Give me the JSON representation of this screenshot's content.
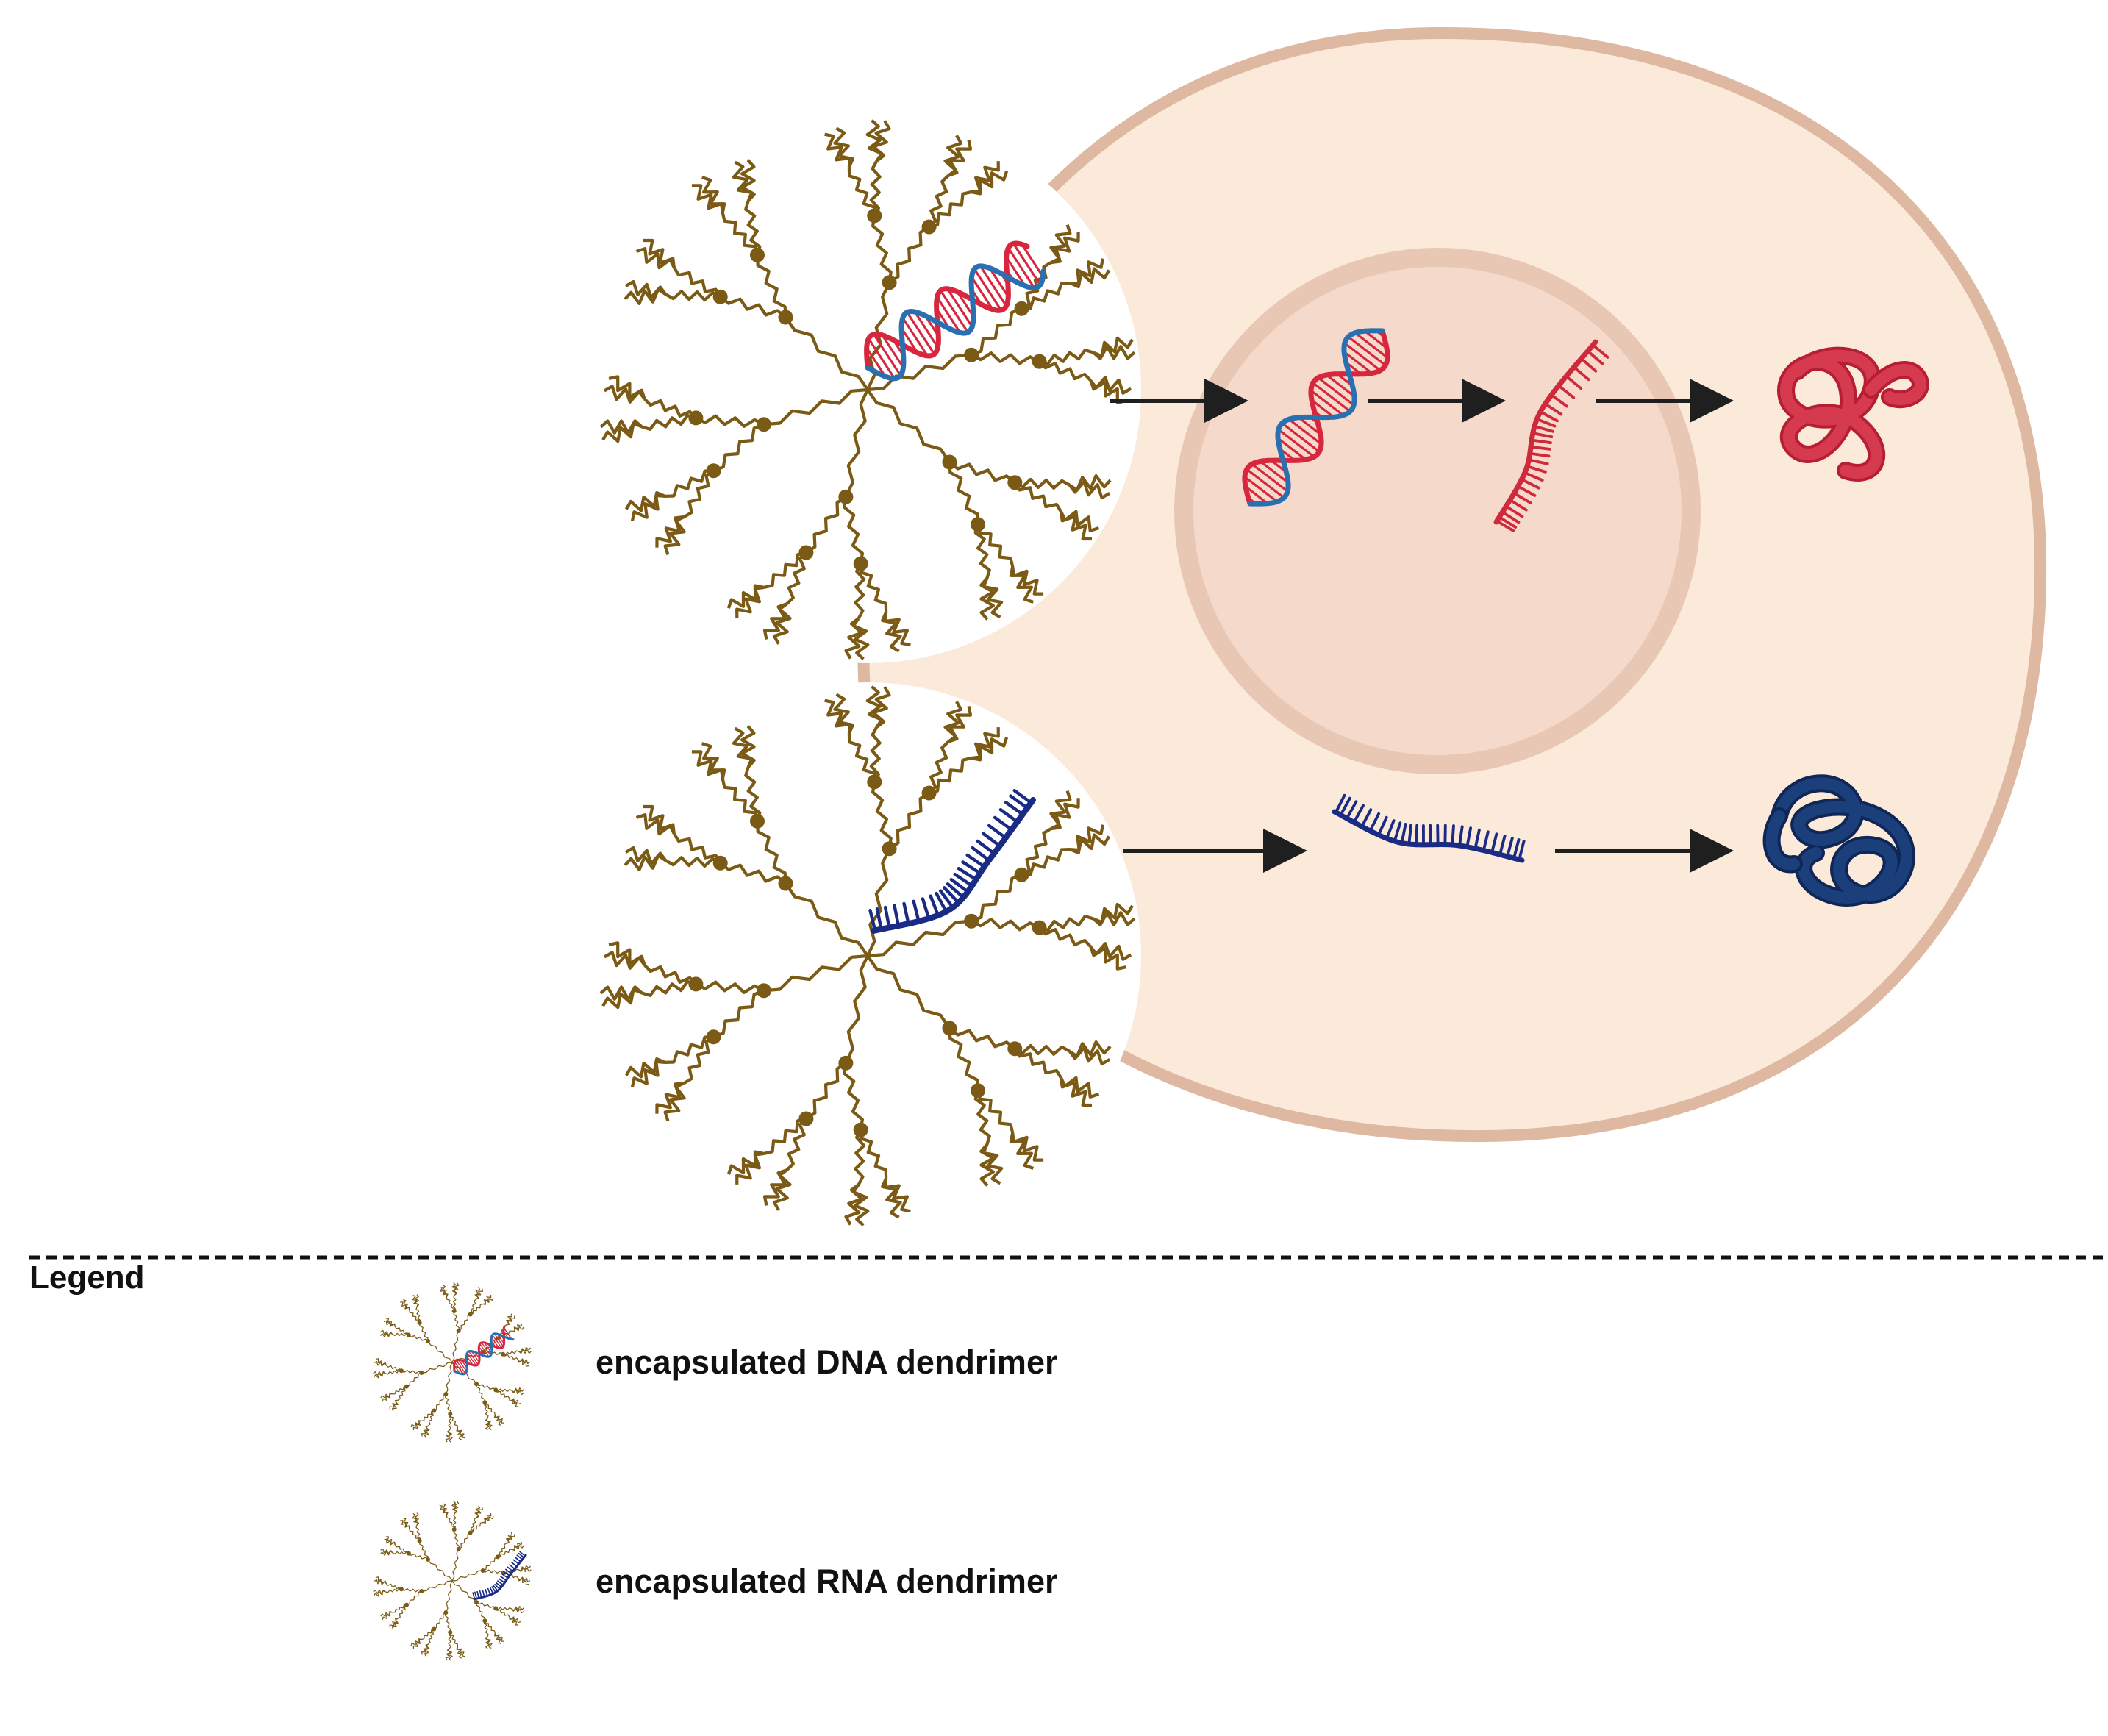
{
  "legend": {
    "title": "Legend",
    "items": [
      {
        "label": "encapsulated DNA dendrimer",
        "cargo": "dna"
      },
      {
        "label": "encapsulated RNA dendrimer",
        "cargo": "rna"
      }
    ]
  },
  "colors": {
    "background": "#ffffff",
    "dendrimer": "#7a5a14",
    "cell_fill": "#fbe9d9",
    "cell_membrane": "#deb8a0",
    "nucleus_fill": "#f5dacb",
    "nucleus_rim": "#e9c7b5",
    "dna_red": "#d7263d",
    "dna_blue": "#2a6fb0",
    "mrna_red": "#cf2a3c",
    "protein_red": "#d63a4e",
    "rna_navy": "#1a2b85",
    "protein_navy": "#1a3f7a",
    "arrow": "#1f1f1f",
    "divider": "#111111"
  },
  "icons": [
    "dendrimer-icon",
    "dna-helix-icon",
    "mrna-strand-icon",
    "protein-coil-icon",
    "arrow-right-icon"
  ]
}
